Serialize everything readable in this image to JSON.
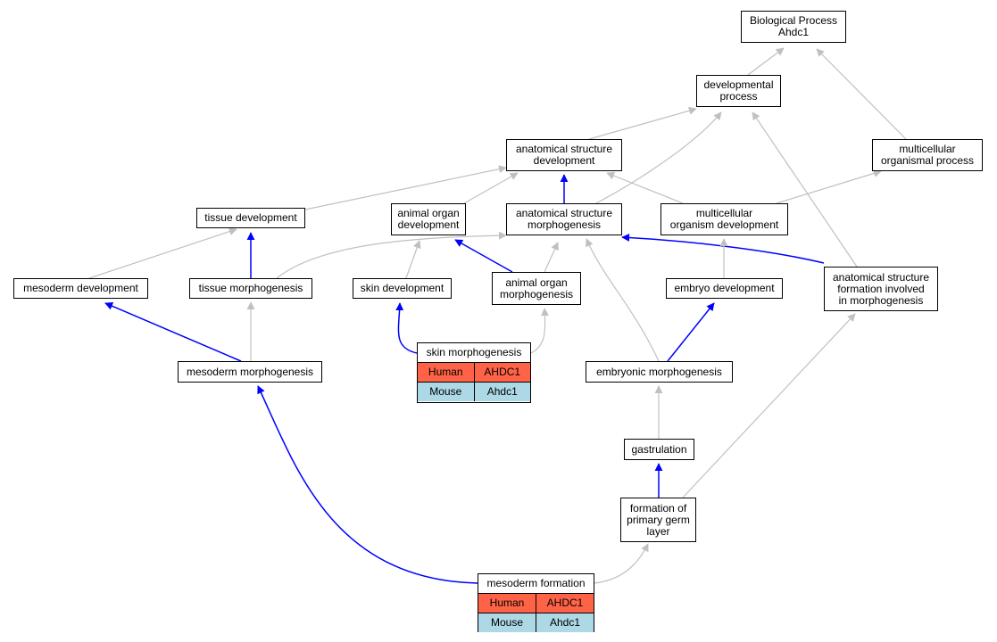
{
  "colors": {
    "arrow_gray": "#c0c0c0",
    "arrow_blue": "#0000ff",
    "human_row": "#ff6347",
    "mouse_row": "#add8e6",
    "node_border": "#000000"
  },
  "nodes": {
    "bio_process": [
      "Biological Process",
      "Ahdc1"
    ],
    "dev_process": [
      "developmental",
      "process"
    ],
    "anat_dev": [
      "anatomical structure",
      "development"
    ],
    "multi_process": [
      "multicellular",
      "organismal process"
    ],
    "tissue_dev": [
      "tissue development"
    ],
    "animal_organ_dev": [
      "animal organ",
      "development"
    ],
    "anat_morph": [
      "anatomical structure",
      "morphogenesis"
    ],
    "multi_org_dev": [
      "multicellular",
      "organism development"
    ],
    "mesoderm_dev": [
      "mesoderm development"
    ],
    "tissue_morph": [
      "tissue morphogenesis"
    ],
    "skin_dev": [
      "skin development"
    ],
    "animal_organ_morph": [
      "animal organ",
      "morphogenesis"
    ],
    "embryo_dev": [
      "embryo development"
    ],
    "anat_formation": [
      "anatomical structure",
      "formation involved",
      "in morphogenesis"
    ],
    "mesoderm_morph": [
      "mesoderm morphogenesis"
    ],
    "embryonic_morph": [
      "embryonic morphogenesis"
    ],
    "gastrulation": [
      "gastrulation"
    ],
    "primary_germ": [
      "formation of",
      "primary germ",
      "layer"
    ]
  },
  "gene_tables": {
    "skin_morph": {
      "title": "skin morphogenesis",
      "rows": [
        {
          "species": "Human",
          "gene": "AHDC1"
        },
        {
          "species": "Mouse",
          "gene": "Ahdc1"
        }
      ]
    },
    "mesoderm_formation": {
      "title": "mesoderm formation",
      "rows": [
        {
          "species": "Human",
          "gene": "AHDC1"
        },
        {
          "species": "Mouse",
          "gene": "Ahdc1"
        }
      ]
    }
  },
  "edges": [
    {
      "from": "dev_process",
      "to": "bio_process",
      "color": "gray"
    },
    {
      "from": "multi_process",
      "to": "bio_process",
      "color": "gray"
    },
    {
      "from": "anat_dev",
      "to": "dev_process",
      "color": "gray"
    },
    {
      "from": "anat_morph",
      "to": "dev_process",
      "color": "gray"
    },
    {
      "from": "anat_formation",
      "to": "dev_process",
      "color": "gray"
    },
    {
      "from": "tissue_dev",
      "to": "anat_dev",
      "color": "gray"
    },
    {
      "from": "animal_organ_dev",
      "to": "anat_dev",
      "color": "gray"
    },
    {
      "from": "anat_morph",
      "to": "anat_dev",
      "color": "blue"
    },
    {
      "from": "multi_org_dev",
      "to": "anat_dev",
      "color": "gray"
    },
    {
      "from": "multi_org_dev",
      "to": "multi_process",
      "color": "gray"
    },
    {
      "from": "mesoderm_dev",
      "to": "tissue_dev",
      "color": "gray"
    },
    {
      "from": "tissue_morph",
      "to": "tissue_dev",
      "color": "blue"
    },
    {
      "from": "tissue_morph",
      "to": "anat_morph",
      "color": "gray"
    },
    {
      "from": "skin_dev",
      "to": "animal_organ_dev",
      "color": "gray"
    },
    {
      "from": "animal_organ_morph",
      "to": "animal_organ_dev",
      "color": "blue"
    },
    {
      "from": "animal_organ_morph",
      "to": "anat_morph",
      "color": "gray"
    },
    {
      "from": "anat_formation",
      "to": "anat_morph",
      "color": "blue"
    },
    {
      "from": "embryo_dev",
      "to": "multi_org_dev",
      "color": "gray"
    },
    {
      "from": "mesoderm_morph",
      "to": "mesoderm_dev",
      "color": "blue"
    },
    {
      "from": "mesoderm_morph",
      "to": "tissue_morph",
      "color": "gray"
    },
    {
      "from": "skin_morph",
      "to": "skin_dev",
      "color": "blue"
    },
    {
      "from": "skin_morph",
      "to": "animal_organ_morph",
      "color": "gray"
    },
    {
      "from": "embryonic_morph",
      "to": "embryo_dev",
      "color": "blue"
    },
    {
      "from": "embryonic_morph",
      "to": "anat_morph",
      "color": "gray"
    },
    {
      "from": "gastrulation",
      "to": "embryonic_morph",
      "color": "gray"
    },
    {
      "from": "primary_germ",
      "to": "gastrulation",
      "color": "blue"
    },
    {
      "from": "primary_germ",
      "to": "anat_formation",
      "color": "gray"
    },
    {
      "from": "mesoderm_formation",
      "to": "mesoderm_morph",
      "color": "blue"
    },
    {
      "from": "mesoderm_formation",
      "to": "primary_germ",
      "color": "gray"
    }
  ]
}
